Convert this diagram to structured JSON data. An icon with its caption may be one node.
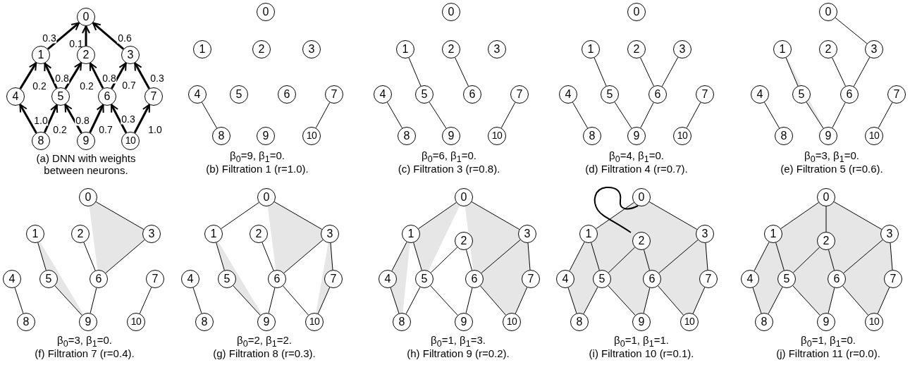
{
  "diagram": {
    "nodes": [
      {
        "text": [
          "0"
        ]
      },
      {
        "text": [
          "1"
        ]
      },
      {
        "text": [
          "2"
        ]
      },
      {
        "text": [
          "3"
        ]
      },
      {
        "text": [
          "4"
        ]
      },
      {
        "text": [
          "5"
        ]
      },
      {
        "text": [
          "6"
        ]
      },
      {
        "text": [
          "7"
        ]
      },
      {
        "text": [
          "8"
        ]
      },
      {
        "text": [
          "9"
        ]
      },
      {
        "text": [
          "10"
        ]
      },
      {
        "text": [
          "0"
        ]
      },
      {
        "text": [
          "1"
        ]
      },
      {
        "text": [
          "2"
        ]
      },
      {
        "text": [
          "3"
        ]
      },
      {
        "text": [
          "4"
        ]
      },
      {
        "text": [
          "5"
        ]
      },
      {
        "text": [
          "6"
        ]
      },
      {
        "text": [
          "7"
        ]
      },
      {
        "text": [
          "8"
        ]
      },
      {
        "text": [
          "9"
        ]
      },
      {
        "text": [
          "10"
        ]
      },
      {
        "text": [
          "0"
        ]
      },
      {
        "text": [
          "1"
        ]
      },
      {
        "text": [
          "2"
        ]
      },
      {
        "text": [
          "3"
        ]
      },
      {
        "text": [
          "4"
        ]
      },
      {
        "text": [
          "5"
        ]
      },
      {
        "text": [
          "6"
        ]
      },
      {
        "text": [
          "7"
        ]
      },
      {
        "text": [
          "8"
        ]
      },
      {
        "text": [
          "9"
        ]
      },
      {
        "text": [
          "10"
        ]
      },
      {
        "text": [
          "0"
        ]
      },
      {
        "text": [
          "1"
        ]
      },
      {
        "text": [
          "2"
        ]
      },
      {
        "text": [
          "3"
        ]
      },
      {
        "text": [
          "4"
        ]
      },
      {
        "text": [
          "5"
        ]
      },
      {
        "text": [
          "6"
        ]
      },
      {
        "text": [
          "7"
        ]
      },
      {
        "text": [
          "8"
        ]
      },
      {
        "text": [
          "9"
        ]
      },
      {
        "text": [
          "10"
        ]
      },
      {
        "text": [
          "0"
        ]
      },
      {
        "text": [
          "1"
        ]
      },
      {
        "text": [
          "2"
        ]
      },
      {
        "text": [
          "3"
        ]
      },
      {
        "text": [
          "4"
        ]
      },
      {
        "text": [
          "5"
        ]
      },
      {
        "text": [
          "6"
        ]
      },
      {
        "text": [
          "7"
        ]
      },
      {
        "text": [
          "8"
        ]
      },
      {
        "text": [
          "9"
        ]
      },
      {
        "text": [
          "10"
        ]
      },
      {
        "text": [
          "0"
        ]
      },
      {
        "text": [
          "1"
        ]
      },
      {
        "text": [
          "2"
        ]
      },
      {
        "text": [
          "3"
        ]
      },
      {
        "text": [
          "4"
        ]
      },
      {
        "text": [
          "5"
        ]
      },
      {
        "text": [
          "6"
        ]
      },
      {
        "text": [
          "7"
        ]
      },
      {
        "text": [
          "8"
        ]
      },
      {
        "text": [
          "9"
        ]
      },
      {
        "text": [
          "10"
        ]
      },
      {
        "text": [
          "0"
        ]
      },
      {
        "text": [
          "1"
        ]
      },
      {
        "text": [
          "2"
        ]
      },
      {
        "text": [
          "3"
        ]
      },
      {
        "text": [
          "4"
        ]
      },
      {
        "text": [
          "5"
        ]
      },
      {
        "text": [
          "6"
        ]
      },
      {
        "text": [
          "7"
        ]
      },
      {
        "text": [
          "8"
        ]
      },
      {
        "text": [
          "9"
        ]
      },
      {
        "text": [
          "10"
        ]
      },
      {
        "text": [
          "0"
        ]
      },
      {
        "text": [
          "1"
        ]
      },
      {
        "text": [
          "2"
        ]
      },
      {
        "text": [
          "3"
        ]
      },
      {
        "text": [
          "4"
        ]
      },
      {
        "text": [
          "5"
        ]
      },
      {
        "text": [
          "6"
        ]
      },
      {
        "text": [
          "7"
        ]
      },
      {
        "text": [
          "8"
        ]
      },
      {
        "text": [
          "9"
        ]
      },
      {
        "text": [
          "10"
        ]
      },
      {
        "text": [
          "0"
        ]
      },
      {
        "text": [
          "1"
        ]
      },
      {
        "text": [
          "2"
        ]
      },
      {
        "text": [
          "3"
        ]
      },
      {
        "text": [
          "4"
        ]
      },
      {
        "text": [
          "5"
        ]
      },
      {
        "text": [
          "6"
        ]
      },
      {
        "text": [
          "7"
        ]
      },
      {
        "text": [
          "8"
        ]
      },
      {
        "text": [
          "9"
        ]
      },
      {
        "text": [
          "10"
        ]
      },
      {
        "text": [
          "0"
        ]
      },
      {
        "text": [
          "1"
        ]
      },
      {
        "text": [
          "2"
        ]
      },
      {
        "text": [
          "3"
        ]
      },
      {
        "text": [
          "4"
        ]
      },
      {
        "text": [
          "5"
        ]
      },
      {
        "text": [
          "6"
        ]
      },
      {
        "text": [
          "7"
        ]
      },
      {
        "text": [
          "8"
        ]
      },
      {
        "text": [
          "9"
        ]
      },
      {
        "text": [
          "10"
        ]
      }
    ],
    "edges": [
      {
        "from": 1,
        "to": 0,
        "arrow": "to",
        "label": "0.3",
        "style": "thick"
      },
      {
        "from": 2,
        "to": 0,
        "arrow": "to",
        "label": "0.1",
        "style": "thick"
      },
      {
        "from": 3,
        "to": 0,
        "arrow": "to",
        "label": "0.6",
        "style": "thick"
      },
      {
        "from": 4,
        "to": 1,
        "arrow": "to",
        "label": "0.2",
        "style": "thick"
      },
      {
        "from": 5,
        "to": 1,
        "arrow": "to",
        "label": "0.8",
        "style": "thick"
      },
      {
        "from": 5,
        "to": 2,
        "arrow": "to",
        "label": "0.2",
        "style": "thick"
      },
      {
        "from": 6,
        "to": 2,
        "arrow": "to",
        "label": "0.8",
        "style": "thick"
      },
      {
        "from": 6,
        "to": 3,
        "arrow": "to",
        "label": "0.7",
        "style": "thick"
      },
      {
        "from": 7,
        "to": 3,
        "arrow": "to",
        "label": "0.3",
        "style": "thick"
      },
      {
        "from": 8,
        "to": 4,
        "arrow": "to",
        "label": "1.0",
        "style": "thick"
      },
      {
        "from": 8,
        "to": 5,
        "arrow": "to",
        "label": "0.2",
        "style": "thick"
      },
      {
        "from": 9,
        "to": 5,
        "arrow": "to",
        "label": "0.8",
        "style": "thick"
      },
      {
        "from": 9,
        "to": 6,
        "arrow": "to",
        "label": "0.7",
        "style": "thick"
      },
      {
        "from": 10,
        "to": 6,
        "arrow": "to",
        "label": "0.3",
        "style": "thick"
      },
      {
        "from": 10,
        "to": 7,
        "arrow": "to",
        "label": "1.0",
        "style": "thick"
      },
      {
        "from": 15,
        "to": 19,
        "arrow": "none"
      },
      {
        "from": 18,
        "to": 21,
        "arrow": "none"
      },
      {
        "from": 23,
        "to": 27,
        "arrow": "none"
      },
      {
        "from": 24,
        "to": 28,
        "arrow": "none"
      },
      {
        "from": 26,
        "to": 30,
        "arrow": "none"
      },
      {
        "from": 27,
        "to": 31,
        "arrow": "none"
      },
      {
        "from": 29,
        "to": 32,
        "arrow": "none"
      },
      {
        "from": 34,
        "to": 38,
        "arrow": "none"
      },
      {
        "from": 35,
        "to": 39,
        "arrow": "none"
      },
      {
        "from": 36,
        "to": 39,
        "arrow": "none"
      },
      {
        "from": 37,
        "to": 41,
        "arrow": "none"
      },
      {
        "from": 38,
        "to": 42,
        "arrow": "none"
      },
      {
        "from": 39,
        "to": 42,
        "arrow": "none"
      },
      {
        "from": 40,
        "to": 43,
        "arrow": "none"
      },
      {
        "from": 44,
        "to": 47,
        "arrow": "none"
      },
      {
        "from": 45,
        "to": 49,
        "arrow": "none"
      },
      {
        "from": 46,
        "to": 50,
        "arrow": "none"
      },
      {
        "from": 47,
        "to": 50,
        "arrow": "none"
      },
      {
        "from": 48,
        "to": 52,
        "arrow": "none"
      },
      {
        "from": 49,
        "to": 53,
        "arrow": "none"
      },
      {
        "from": 50,
        "to": 53,
        "arrow": "none"
      },
      {
        "from": 51,
        "to": 54,
        "arrow": "none"
      },
      {
        "from": 55,
        "to": 58,
        "arrow": "none"
      },
      {
        "from": 56,
        "to": 60,
        "arrow": "none"
      },
      {
        "from": 57,
        "to": 61,
        "arrow": "none"
      },
      {
        "from": 58,
        "to": 61,
        "arrow": "none"
      },
      {
        "from": 59,
        "to": 63,
        "arrow": "none"
      },
      {
        "from": 60,
        "to": 64,
        "arrow": "none"
      },
      {
        "from": 61,
        "to": 64,
        "arrow": "none"
      },
      {
        "from": 62,
        "to": 65,
        "arrow": "none"
      },
      {
        "from": 66,
        "to": 67,
        "arrow": "none"
      },
      {
        "from": 66,
        "to": 69,
        "arrow": "none"
      },
      {
        "from": 67,
        "to": 71,
        "arrow": "none"
      },
      {
        "from": 68,
        "to": 72,
        "arrow": "none"
      },
      {
        "from": 69,
        "to": 72,
        "arrow": "none"
      },
      {
        "from": 69,
        "to": 73,
        "arrow": "none"
      },
      {
        "from": 70,
        "to": 74,
        "arrow": "none"
      },
      {
        "from": 71,
        "to": 75,
        "arrow": "none"
      },
      {
        "from": 72,
        "to": 75,
        "arrow": "none"
      },
      {
        "from": 72,
        "to": 76,
        "arrow": "none"
      },
      {
        "from": 73,
        "to": 76,
        "arrow": "none"
      },
      {
        "from": 77,
        "to": 78,
        "arrow": "none"
      },
      {
        "from": 77,
        "to": 80,
        "arrow": "none"
      },
      {
        "from": 78,
        "to": 81,
        "arrow": "none"
      },
      {
        "from": 78,
        "to": 82,
        "arrow": "none"
      },
      {
        "from": 79,
        "to": 82,
        "arrow": "none"
      },
      {
        "from": 79,
        "to": 83,
        "arrow": "none"
      },
      {
        "from": 80,
        "to": 83,
        "arrow": "none"
      },
      {
        "from": 80,
        "to": 84,
        "arrow": "none"
      },
      {
        "from": 81,
        "to": 85,
        "arrow": "none"
      },
      {
        "from": 82,
        "to": 85,
        "arrow": "none"
      },
      {
        "from": 82,
        "to": 86,
        "arrow": "none"
      },
      {
        "from": 83,
        "to": 86,
        "arrow": "none"
      },
      {
        "from": 83,
        "to": 87,
        "arrow": "none"
      },
      {
        "from": 84,
        "to": 87,
        "arrow": "none"
      },
      {
        "from": 88,
        "to": 89,
        "arrow": "none"
      },
      {
        "from": 88,
        "to": 91,
        "arrow": "none"
      },
      {
        "from": 89,
        "to": 92,
        "arrow": "none"
      },
      {
        "from": 89,
        "to": 93,
        "arrow": "none"
      },
      {
        "from": 90,
        "to": 93,
        "arrow": "none"
      },
      {
        "from": 90,
        "to": 94,
        "arrow": "none"
      },
      {
        "from": 91,
        "to": 94,
        "arrow": "none"
      },
      {
        "from": 91,
        "to": 95,
        "arrow": "none"
      },
      {
        "from": 92,
        "to": 96,
        "arrow": "none"
      },
      {
        "from": 93,
        "to": 96,
        "arrow": "none"
      },
      {
        "from": 93,
        "to": 97,
        "arrow": "none"
      },
      {
        "from": 94,
        "to": 97,
        "arrow": "none"
      },
      {
        "from": 94,
        "to": 98,
        "arrow": "none"
      },
      {
        "from": 95,
        "to": 98,
        "arrow": "none"
      },
      {
        "from": 99,
        "to": 100,
        "arrow": "none"
      },
      {
        "from": 99,
        "to": 101,
        "arrow": "none"
      },
      {
        "from": 99,
        "to": 102,
        "arrow": "none"
      },
      {
        "from": 100,
        "to": 103,
        "arrow": "none"
      },
      {
        "from": 100,
        "to": 104,
        "arrow": "none"
      },
      {
        "from": 101,
        "to": 104,
        "arrow": "none"
      },
      {
        "from": 101,
        "to": 105,
        "arrow": "none"
      },
      {
        "from": 102,
        "to": 105,
        "arrow": "none"
      },
      {
        "from": 102,
        "to": 106,
        "arrow": "none"
      },
      {
        "from": 103,
        "to": 107,
        "arrow": "none"
      },
      {
        "from": 104,
        "to": 107,
        "arrow": "none"
      },
      {
        "from": 104,
        "to": 108,
        "arrow": "none"
      },
      {
        "from": 105,
        "to": 108,
        "arrow": "none"
      },
      {
        "from": 105,
        "to": 109,
        "arrow": "none"
      },
      {
        "from": 106,
        "to": 109,
        "arrow": "none"
      }
    ],
    "labels": [
      "(a) DNN with weights between neurons.",
      "β$_{0}$=9, β$_{1}$=0.",
      "(b) Filtration 1 (r=1.0).",
      "β$_{0}$=6, β$_{1}$=0.",
      "(c) Filtration 3 (r=0.8).",
      "β$_{0}$=4, β$_{1}$=0.",
      "(d) Filtration 4 (r=0.7).",
      "β$_{0}$=3, β$_{1}$=0.",
      "(e) Filtration 5 (r=0.6).",
      "β$_{0}$=3, β$_{1}$=0.",
      "(f) Filtration 7 (r=0.4).",
      "β$_{0}$=2, β$_{1}$=2.",
      "(g) Filtration 8 (r=0.3).",
      "β$_{0}$=1, β$_{1}$=3.",
      "(h) Filtration 9 (r=0.2).",
      "β$_{0}$=1, β$_{1}$=1.",
      "(i) Filtration 10 (r=0.1).",
      "β$_{0}$=1, β$_{1}$=0.",
      "(j) Filtration 11 (r=0.0)."
    ]
  }
}
